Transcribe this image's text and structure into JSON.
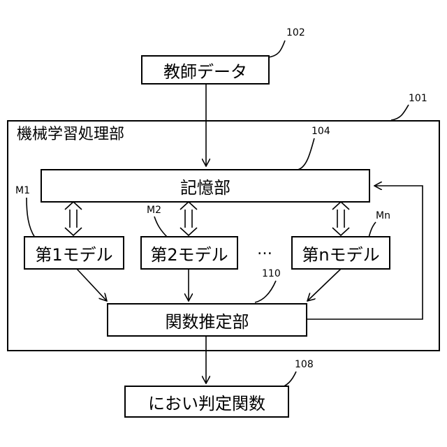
{
  "diagram": {
    "teacher_data": {
      "label": "教師データ",
      "ref": "102"
    },
    "ml_unit": {
      "label": "機械学習処理部",
      "ref": "101"
    },
    "memory": {
      "label": "記憶部",
      "ref": "104"
    },
    "models": [
      {
        "label": "第1モデル",
        "ref": "M1"
      },
      {
        "label": "第2モデル",
        "ref": "M2"
      },
      {
        "label": "第nモデル",
        "ref": "Mn"
      }
    ],
    "ellipsis": "…",
    "estimator": {
      "label": "関数推定部",
      "ref": "110"
    },
    "output": {
      "label": "におい判定関数",
      "ref": "108"
    }
  }
}
